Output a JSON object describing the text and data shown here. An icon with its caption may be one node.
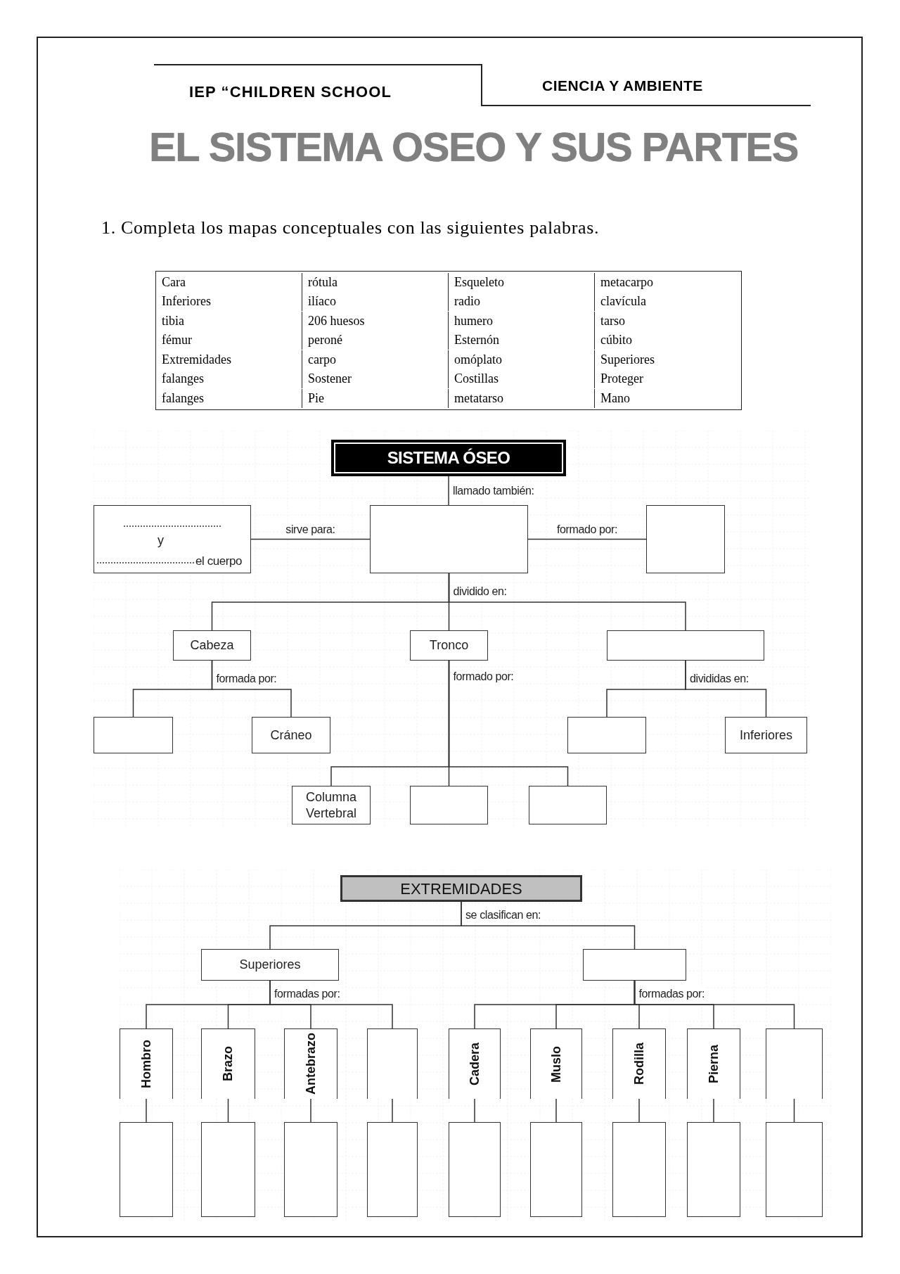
{
  "diagram": {
    "title": "EL SISTEMA OSEO Y SUS PARTES",
    "nodes": [
      {
        "text": [
          "SISTEMA ÓSEO"
        ]
      },
      {
        "text": [
          "y",
          "el cuerpo"
        ]
      },
      {
        "text": [],
        "shape": "box"
      },
      {
        "text": [],
        "shape": "box"
      },
      {
        "text": [
          "Cabeza"
        ]
      },
      {
        "text": [
          "Tronco"
        ]
      },
      {
        "text": [],
        "shape": "box"
      },
      {
        "text": [],
        "shape": "box"
      },
      {
        "text": [
          "Cráneo"
        ]
      },
      {
        "text": [],
        "shape": "box"
      },
      {
        "text": [
          "Inferiores"
        ]
      },
      {
        "text": [
          "Columna Vertebral"
        ]
      },
      {
        "text": [],
        "shape": "box"
      },
      {
        "text": [],
        "shape": "box"
      },
      {
        "text": [
          "EXTREMIDADES"
        ]
      },
      {
        "text": [
          "Superiores"
        ]
      },
      {
        "text": [],
        "shape": "box"
      },
      {
        "text": [
          "Hombro"
        ]
      },
      {
        "text": [
          "Brazo"
        ]
      },
      {
        "text": [
          "Antebrazo"
        ]
      },
      {
        "text": [],
        "shape": "box"
      },
      {
        "text": [
          "Cadera"
        ]
      },
      {
        "text": [
          "Muslo"
        ]
      },
      {
        "text": [
          "Rodilla"
        ]
      },
      {
        "text": [
          "Pierna"
        ]
      },
      {
        "text": [],
        "shape": "box"
      },
      {
        "text": [],
        "shape": "box"
      },
      {
        "text": [],
        "shape": "box"
      },
      {
        "text": [],
        "shape": "box"
      },
      {
        "text": [],
        "shape": "box"
      },
      {
        "text": [],
        "shape": "box"
      },
      {
        "text": [],
        "shape": "box"
      },
      {
        "text": [],
        "shape": "box"
      },
      {
        "text": [],
        "shape": "box"
      },
      {
        "text": [],
        "shape": "box"
      }
    ],
    "edges": [
      {
        "from": 0,
        "to": 2,
        "arrow": "none",
        "label": "llamado también:"
      },
      {
        "from": 2,
        "to": 1,
        "arrow": "none",
        "label": "sirve para:"
      },
      {
        "from": 2,
        "to": 3,
        "arrow": "none",
        "label": "formado por:"
      },
      {
        "from": 2,
        "to": 4,
        "arrow": "none"
      },
      {
        "from": 2,
        "to": 5,
        "arrow": "none",
        "label": "dividido en:"
      },
      {
        "from": 2,
        "to": 6,
        "arrow": "none"
      },
      {
        "from": 4,
        "to": 7,
        "arrow": "none"
      },
      {
        "from": 4,
        "to": 8,
        "arrow": "none",
        "label": "formada por:"
      },
      {
        "from": 5,
        "to": 11,
        "arrow": "none"
      },
      {
        "from": 5,
        "to": 12,
        "arrow": "none",
        "label": "formado por:"
      },
      {
        "from": 5,
        "to": 13,
        "arrow": "none"
      },
      {
        "from": 6,
        "to": 9,
        "arrow": "none"
      },
      {
        "from": 6,
        "to": 10,
        "arrow": "none",
        "label": "divididas en:"
      },
      {
        "from": 14,
        "to": 15,
        "arrow": "none",
        "label": "se clasifican en:"
      },
      {
        "from": 14,
        "to": 16,
        "arrow": "none"
      },
      {
        "from": 15,
        "to": 17,
        "arrow": "none"
      },
      {
        "from": 15,
        "to": 18,
        "arrow": "none"
      },
      {
        "from": 15,
        "to": 19,
        "arrow": "none",
        "label": "formadas por:"
      },
      {
        "from": 15,
        "to": 20,
        "arrow": "none"
      },
      {
        "from": 16,
        "to": 21,
        "arrow": "none"
      },
      {
        "from": 16,
        "to": 22,
        "arrow": "none"
      },
      {
        "from": 16,
        "to": 23,
        "arrow": "none",
        "label": "formadas por:"
      },
      {
        "from": 16,
        "to": 24,
        "arrow": "none"
      },
      {
        "from": 16,
        "to": 25,
        "arrow": "none"
      },
      {
        "from": 17,
        "to": 26,
        "arrow": "none"
      },
      {
        "from": 18,
        "to": 27,
        "arrow": "none"
      },
      {
        "from": 19,
        "to": 28,
        "arrow": "none"
      },
      {
        "from": 20,
        "to": 29,
        "arrow": "none"
      },
      {
        "from": 21,
        "to": 30,
        "arrow": "none"
      },
      {
        "from": 22,
        "to": 31,
        "arrow": "none"
      },
      {
        "from": 23,
        "to": 32,
        "arrow": "none"
      },
      {
        "from": 24,
        "to": 33,
        "arrow": "none"
      },
      {
        "from": 25,
        "to": 34,
        "arrow": "none"
      }
    ],
    "labels": [
      "IEP “CHILDREN SCHOOL",
      "CIENCIA Y AMBIENTE",
      "1. Completa los mapas conceptuales con las siguientes palabras.",
      "Cara",
      "rótula",
      "Esqueleto",
      "metacarpo",
      "Inferiores",
      "ilíaco",
      "radio",
      "clavícula",
      "tibia",
      "206 huesos",
      "humero",
      "tarso",
      "fémur",
      "peroné",
      "Esternón",
      "cúbito",
      "Extremidades",
      "carpo",
      "omóplato",
      "Superiores",
      "falanges",
      "Sostener",
      "Costillas",
      "Proteger",
      "falanges",
      "Pie",
      "metatarso",
      "Mano"
    ]
  }
}
